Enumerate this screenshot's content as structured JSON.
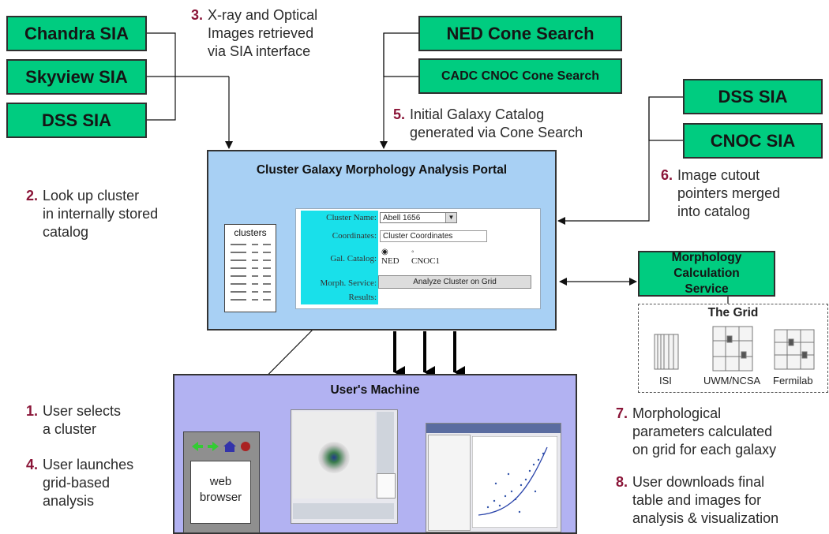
{
  "boxes": {
    "chandra": "Chandra SIA",
    "skyview": "Skyview SIA",
    "dss_left": "DSS SIA",
    "ned": "NED Cone Search",
    "cadc": "CADC CNOC Cone Search",
    "dss_right": "DSS SIA",
    "cnoc": "CNOC SIA",
    "morph": "Morphology Calculation\nService"
  },
  "steps": {
    "s1": {
      "num": "1.",
      "text": "User selects\na cluster"
    },
    "s2": {
      "num": "2.",
      "text": "Look up cluster\nin internally stored\ncatalog"
    },
    "s3": {
      "num": "3.",
      "text": "X-ray and Optical\nImages retrieved\nvia SIA interface"
    },
    "s4": {
      "num": "4.",
      "text": "User launches\ngrid-based\nanalysis"
    },
    "s5": {
      "num": "5.",
      "text": "Initial Galaxy Catalog\ngenerated via Cone Search"
    },
    "s6": {
      "num": "6.",
      "text": "Image cutout\npointers merged\ninto catalog"
    },
    "s7": {
      "num": "7.",
      "text": "Morphological\nparameters calculated\non grid for each galaxy"
    },
    "s8": {
      "num": "8.",
      "text": "User downloads final\ntable and images for\nanalysis & visualization"
    }
  },
  "portal": {
    "title": "Cluster Galaxy Morphology Analysis Portal",
    "clusters_label": "clusters",
    "form": {
      "cluster_name_label": "Cluster Name:",
      "cluster_name_value": "Abell 1656",
      "coordinates_label": "Coordinates:",
      "coordinates_value": "Cluster Coordinates",
      "gal_catalog_label": "Gal. Catalog:",
      "option_ned": "NED",
      "option_cnoc": "CNOC1",
      "morph_service_label": "Morph. Service:",
      "analyze_button": "Analyze Cluster on Grid",
      "results_label": "Results:"
    }
  },
  "machine": {
    "title": "User's Machine",
    "browser_label": "web\nbrowser"
  },
  "grid": {
    "title": "The Grid",
    "nodes": [
      "ISI",
      "UWM/NCSA",
      "Fermilab"
    ]
  },
  "colors": {
    "service_box": "#00cc80",
    "portal_bg": "#a8d0f4",
    "machine_bg": "#b2b2f2",
    "step_number": "#8a1538",
    "form_label_bg": "#19e0ea"
  }
}
